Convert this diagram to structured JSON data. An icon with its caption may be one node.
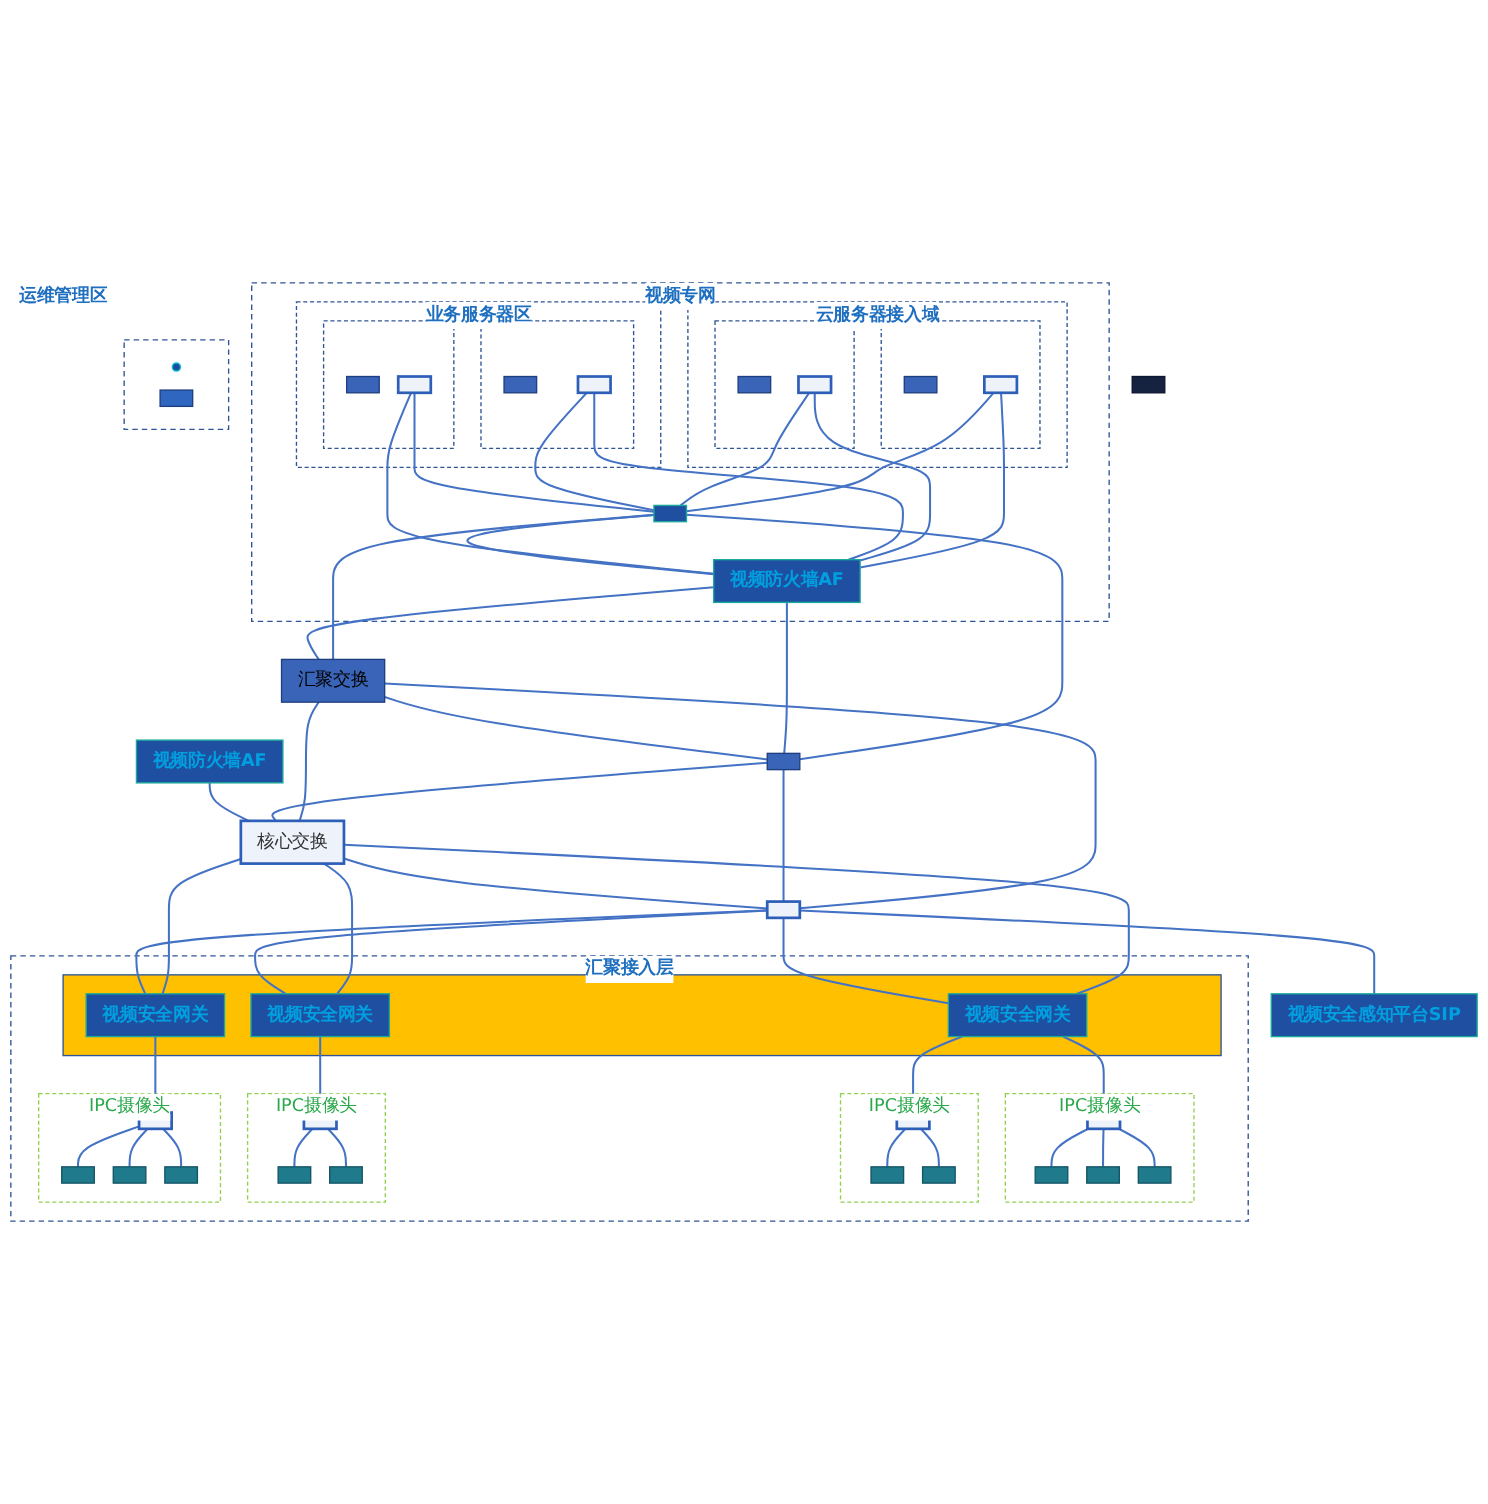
{
  "diagram": {
    "nodes": [
      {
        "text": [
          "视频专网"
        ]
      },
      {
        "text": [
          "云服务器接入域"
        ],
        "in": 0
      },
      {
        "text": [],
        "shape": "box",
        "in": 1
      },
      {
        "text": [],
        "shape": "box",
        "in": 2
      },
      {
        "text": [],
        "shape": "box",
        "in": 2
      },
      {
        "text": [],
        "shape": "box",
        "in": 1
      },
      {
        "text": [],
        "shape": "box",
        "in": 5
      },
      {
        "text": [],
        "shape": "box",
        "in": 5
      },
      {
        "text": [
          "业务服务器区"
        ],
        "in": 0
      },
      {
        "text": [],
        "shape": "box",
        "in": 8
      },
      {
        "text": [],
        "shape": "box",
        "in": 9
      },
      {
        "text": [],
        "shape": "box",
        "in": 9
      },
      {
        "text": [],
        "shape": "box",
        "in": 8
      },
      {
        "text": [],
        "shape": "box",
        "in": 12
      },
      {
        "text": [],
        "shape": "box",
        "in": 12
      },
      {
        "text": [],
        "shape": "box",
        "in": 0
      },
      {
        "text": [
          "视频防火墙AF"
        ],
        "in": 0
      },
      {
        "text": [
          "汇聚交换"
        ]
      },
      {
        "text": [],
        "shape": "box"
      },
      {
        "text": [
          "核心交换"
        ]
      },
      {
        "text": [],
        "shape": "box"
      },
      {
        "text": [
          "运维管理区"
        ]
      },
      {
        "text": [],
        "shape": "circle",
        "in": 21
      },
      {
        "text": [],
        "shape": "box",
        "in": 21
      },
      {
        "text": [
          "视频防火墙AF"
        ]
      },
      {
        "text": [
          "视频安全感知平台SIP"
        ]
      },
      {
        "text": [],
        "shape": "box"
      },
      {
        "text": [
          "汇聚接入层"
        ]
      },
      {
        "text": [],
        "shape": "bar",
        "in": 27
      },
      {
        "text": [
          "视频安全网关"
        ],
        "in": 28
      },
      {
        "text": [
          "视频安全网关"
        ],
        "in": 28
      },
      {
        "text": [
          "视频安全网关"
        ],
        "in": 28
      },
      {
        "text": [
          "IPC摄像头"
        ],
        "in": 27
      },
      {
        "text": [],
        "shape": "box",
        "in": 32
      },
      {
        "text": [],
        "shape": "box",
        "in": 32
      },
      {
        "text": [],
        "shape": "box",
        "in": 32
      },
      {
        "text": [],
        "shape": "box",
        "in": 32
      },
      {
        "text": [
          "IPC摄像头"
        ],
        "in": 27
      },
      {
        "text": [],
        "shape": "box",
        "in": 37
      },
      {
        "text": [],
        "shape": "box",
        "in": 37
      },
      {
        "text": [],
        "shape": "box",
        "in": 37
      },
      {
        "text": [
          "IPC摄像头"
        ],
        "in": 27
      },
      {
        "text": [],
        "shape": "box",
        "in": 41
      },
      {
        "text": [],
        "shape": "box",
        "in": 41
      },
      {
        "text": [],
        "shape": "box",
        "in": 41
      },
      {
        "text": [
          "IPC摄像头"
        ],
        "in": 27
      },
      {
        "text": [],
        "shape": "box",
        "in": 45
      },
      {
        "text": [],
        "shape": "box",
        "in": 45
      },
      {
        "text": [],
        "shape": "box",
        "in": 45
      },
      {
        "text": [],
        "shape": "box",
        "in": 45
      }
    ],
    "edges": [
      {
        "from": 4,
        "to": 15,
        "arrow": "none"
      },
      {
        "from": 4,
        "to": 16,
        "arrow": "none"
      },
      {
        "from": 7,
        "to": 15,
        "arrow": "none"
      },
      {
        "from": 7,
        "to": 16,
        "arrow": "none"
      },
      {
        "from": 11,
        "to": 15,
        "arrow": "none"
      },
      {
        "from": 11,
        "to": 16,
        "arrow": "none"
      },
      {
        "from": 14,
        "to": 15,
        "arrow": "none"
      },
      {
        "from": 14,
        "to": 16,
        "arrow": "none"
      },
      {
        "from": 15,
        "to": 16,
        "arrow": "none"
      },
      {
        "from": 15,
        "to": 17,
        "arrow": "none"
      },
      {
        "from": 15,
        "to": 18,
        "arrow": "none"
      },
      {
        "from": 16,
        "to": 17,
        "arrow": "none"
      },
      {
        "from": 16,
        "to": 18,
        "arrow": "none"
      },
      {
        "from": 17,
        "to": 18,
        "arrow": "none"
      },
      {
        "from": 17,
        "to": 19,
        "arrow": "none"
      },
      {
        "from": 17,
        "to": 20,
        "arrow": "none"
      },
      {
        "from": 18,
        "to": 19,
        "arrow": "none"
      },
      {
        "from": 18,
        "to": 20,
        "arrow": "none"
      },
      {
        "from": 19,
        "to": 20,
        "arrow": "none"
      },
      {
        "from": 24,
        "to": 19,
        "arrow": "none"
      },
      {
        "from": 20,
        "to": 25,
        "arrow": "none"
      },
      {
        "from": 19,
        "to": 29,
        "arrow": "none"
      },
      {
        "from": 19,
        "to": 30,
        "arrow": "none"
      },
      {
        "from": 19,
        "to": 31,
        "arrow": "none"
      },
      {
        "from": 20,
        "to": 29,
        "arrow": "none"
      },
      {
        "from": 20,
        "to": 30,
        "arrow": "none"
      },
      {
        "from": 20,
        "to": 31,
        "arrow": "none"
      },
      {
        "from": 29,
        "to": 33,
        "arrow": "none"
      },
      {
        "from": 29,
        "to": 38,
        "arrow": "none"
      },
      {
        "from": 30,
        "to": 42,
        "arrow": "none"
      },
      {
        "from": 31,
        "to": 46,
        "arrow": "none"
      },
      {
        "from": 33,
        "to": 34,
        "arrow": "none"
      },
      {
        "from": 33,
        "to": 35,
        "arrow": "none"
      },
      {
        "from": 33,
        "to": 36,
        "arrow": "none"
      },
      {
        "from": 38,
        "to": 39,
        "arrow": "none"
      },
      {
        "from": 38,
        "to": 40,
        "arrow": "none"
      },
      {
        "from": 42,
        "to": 43,
        "arrow": "none"
      },
      {
        "from": 42,
        "to": 44,
        "arrow": "none"
      },
      {
        "from": 46,
        "to": 47,
        "arrow": "none"
      },
      {
        "from": 46,
        "to": 48,
        "arrow": "none"
      },
      {
        "from": 46,
        "to": 49,
        "arrow": "none"
      }
    ]
  }
}
